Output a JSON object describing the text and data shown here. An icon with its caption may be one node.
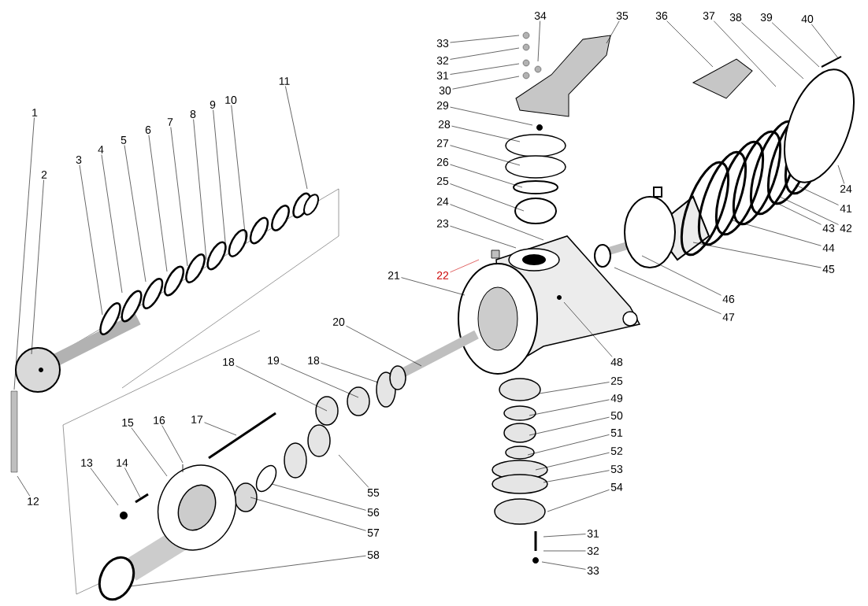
{
  "diagram": {
    "nodes": [
      {
        "text": [
          "1"
        ]
      },
      {
        "text": [
          "2"
        ]
      },
      {
        "text": [
          "3"
        ]
      },
      {
        "text": [
          "4"
        ]
      },
      {
        "text": [
          "5"
        ]
      },
      {
        "text": [
          "6"
        ]
      },
      {
        "text": [
          "7"
        ]
      },
      {
        "text": [
          "8"
        ]
      },
      {
        "text": [
          "9"
        ]
      },
      {
        "text": [
          "10"
        ]
      },
      {
        "text": [
          "11"
        ]
      },
      {
        "text": [
          "12"
        ]
      },
      {
        "text": [
          "13"
        ]
      },
      {
        "text": [
          "14"
        ]
      },
      {
        "text": [
          "15"
        ]
      },
      {
        "text": [
          "16"
        ]
      },
      {
        "text": [
          "17"
        ]
      },
      {
        "text": [
          "18"
        ]
      },
      {
        "text": [
          "19"
        ]
      },
      {
        "text": [
          "18"
        ]
      },
      {
        "text": [
          "20"
        ]
      },
      {
        "text": [
          "21"
        ]
      },
      {
        "text": [
          "22"
        ]
      },
      {
        "text": [
          "23"
        ]
      },
      {
        "text": [
          "24"
        ]
      },
      {
        "text": [
          "25"
        ]
      },
      {
        "text": [
          "26"
        ]
      },
      {
        "text": [
          "27"
        ]
      },
      {
        "text": [
          "28"
        ]
      },
      {
        "text": [
          "29"
        ]
      },
      {
        "text": [
          "30"
        ]
      },
      {
        "text": [
          "31"
        ]
      },
      {
        "text": [
          "32"
        ]
      },
      {
        "text": [
          "33"
        ]
      },
      {
        "text": [
          "34"
        ]
      },
      {
        "text": [
          "35"
        ]
      },
      {
        "text": [
          "36"
        ]
      },
      {
        "text": [
          "37"
        ]
      },
      {
        "text": [
          "38"
        ]
      },
      {
        "text": [
          "39"
        ]
      },
      {
        "text": [
          "40"
        ]
      },
      {
        "text": [
          "24"
        ]
      },
      {
        "text": [
          "41"
        ]
      },
      {
        "text": [
          "43"
        ]
      },
      {
        "text": [
          "42"
        ]
      },
      {
        "text": [
          "44"
        ]
      },
      {
        "text": [
          "45"
        ]
      },
      {
        "text": [
          "46"
        ]
      },
      {
        "text": [
          "47"
        ]
      },
      {
        "text": [
          "48"
        ]
      },
      {
        "text": [
          "25"
        ]
      },
      {
        "text": [
          "49"
        ]
      },
      {
        "text": [
          "50"
        ]
      },
      {
        "text": [
          "51"
        ]
      },
      {
        "text": [
          "52"
        ]
      },
      {
        "text": [
          "53"
        ]
      },
      {
        "text": [
          "54"
        ]
      },
      {
        "text": [
          "31"
        ]
      },
      {
        "text": [
          "32"
        ]
      },
      {
        "text": [
          "33"
        ]
      },
      {
        "text": [
          "55"
        ]
      },
      {
        "text": [
          "56"
        ]
      },
      {
        "text": [
          "57"
        ]
      },
      {
        "text": [
          "58"
        ]
      }
    ],
    "edges": [
      {
        "from": 0,
        "to": null,
        "arrow": "none"
      },
      {
        "from": 1,
        "to": null,
        "arrow": "none"
      },
      {
        "from": 2,
        "to": null,
        "arrow": "none"
      },
      {
        "from": 3,
        "to": null,
        "arrow": "none"
      },
      {
        "from": 4,
        "to": null,
        "arrow": "none"
      },
      {
        "from": 5,
        "to": null,
        "arrow": "none"
      },
      {
        "from": 6,
        "to": null,
        "arrow": "none"
      },
      {
        "from": 7,
        "to": null,
        "arrow": "none"
      },
      {
        "from": 8,
        "to": null,
        "arrow": "none"
      },
      {
        "from": 9,
        "to": null,
        "arrow": "none"
      },
      {
        "from": 10,
        "to": null,
        "arrow": "none"
      },
      {
        "from": 11,
        "to": null,
        "arrow": "none"
      },
      {
        "from": 12,
        "to": null,
        "arrow": "none"
      },
      {
        "from": 13,
        "to": null,
        "arrow": "none"
      },
      {
        "from": 14,
        "to": null,
        "arrow": "none"
      },
      {
        "from": 15,
        "to": null,
        "arrow": "none"
      },
      {
        "from": 16,
        "to": null,
        "arrow": "none"
      },
      {
        "from": 17,
        "to": null,
        "arrow": "none"
      },
      {
        "from": 18,
        "to": null,
        "arrow": "none"
      },
      {
        "from": 19,
        "to": null,
        "arrow": "none"
      },
      {
        "from": 20,
        "to": null,
        "arrow": "none"
      },
      {
        "from": 21,
        "to": null,
        "arrow": "none"
      },
      {
        "from": 22,
        "to": null,
        "arrow": "none",
        "color": "#cc0000"
      },
      {
        "from": 23,
        "to": null,
        "arrow": "none"
      },
      {
        "from": 24,
        "to": null,
        "arrow": "none"
      },
      {
        "from": 25,
        "to": null,
        "arrow": "none"
      },
      {
        "from": 26,
        "to": null,
        "arrow": "none"
      },
      {
        "from": 27,
        "to": null,
        "arrow": "none"
      },
      {
        "from": 28,
        "to": null,
        "arrow": "none"
      },
      {
        "from": 29,
        "to": null,
        "arrow": "none"
      },
      {
        "from": 30,
        "to": null,
        "arrow": "none"
      },
      {
        "from": 31,
        "to": null,
        "arrow": "none"
      },
      {
        "from": 32,
        "to": null,
        "arrow": "none"
      },
      {
        "from": 33,
        "to": null,
        "arrow": "none"
      },
      {
        "from": 34,
        "to": null,
        "arrow": "none"
      },
      {
        "from": 35,
        "to": null,
        "arrow": "none"
      },
      {
        "from": 36,
        "to": null,
        "arrow": "none"
      },
      {
        "from": 37,
        "to": null,
        "arrow": "none"
      },
      {
        "from": 38,
        "to": null,
        "arrow": "none"
      },
      {
        "from": 39,
        "to": null,
        "arrow": "none"
      },
      {
        "from": 40,
        "to": null,
        "arrow": "none"
      },
      {
        "from": 41,
        "to": null,
        "arrow": "none"
      },
      {
        "from": 42,
        "to": null,
        "arrow": "none"
      },
      {
        "from": 43,
        "to": null,
        "arrow": "none"
      },
      {
        "from": 44,
        "to": null,
        "arrow": "none"
      },
      {
        "from": 45,
        "to": null,
        "arrow": "none"
      },
      {
        "from": 46,
        "to": null,
        "arrow": "none"
      },
      {
        "from": 47,
        "to": null,
        "arrow": "none"
      },
      {
        "from": 48,
        "to": null,
        "arrow": "none"
      },
      {
        "from": 49,
        "to": null,
        "arrow": "none"
      },
      {
        "from": 50,
        "to": null,
        "arrow": "none"
      },
      {
        "from": 51,
        "to": null,
        "arrow": "none"
      },
      {
        "from": 52,
        "to": null,
        "arrow": "none"
      },
      {
        "from": 53,
        "to": null,
        "arrow": "none"
      },
      {
        "from": 54,
        "to": null,
        "arrow": "none"
      },
      {
        "from": 55,
        "to": null,
        "arrow": "none"
      },
      {
        "from": 56,
        "to": null,
        "arrow": "none"
      },
      {
        "from": 57,
        "to": null,
        "arrow": "none"
      },
      {
        "from": 58,
        "to": null,
        "arrow": "none"
      },
      {
        "from": 59,
        "to": null,
        "arrow": "none"
      },
      {
        "from": 60,
        "to": null,
        "arrow": "none"
      },
      {
        "from": 61,
        "to": null,
        "arrow": "none"
      },
      {
        "from": 62,
        "to": null,
        "arrow": "none"
      },
      {
        "from": 63,
        "to": null,
        "arrow": "none"
      }
    ]
  }
}
